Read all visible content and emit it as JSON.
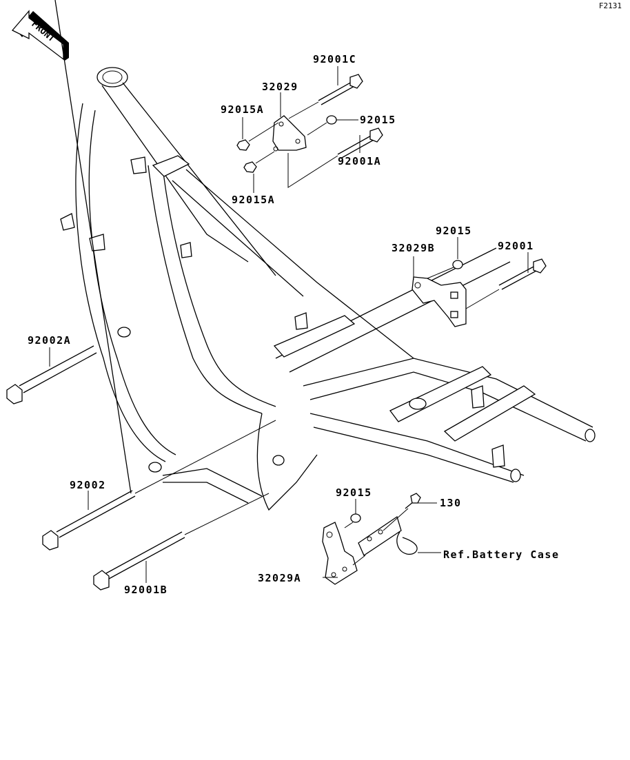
{
  "figure_id": "F2131",
  "front_indicator": {
    "label": "FRONT",
    "icon": "front-arrow-icon"
  },
  "part_labels": {
    "bolt_92001C": "92001C",
    "bracket_32029": "32029",
    "nut_92015A_top": "92015A",
    "nut_92015_top": "92015",
    "bolt_92001A": "92001A",
    "nut_92015A_bottom": "92015A",
    "nut_92015_mid": "92015",
    "bracket_32029B": "32029B",
    "bolt_92001": "92001",
    "bolt_92002A": "92002A",
    "bolt_92002": "92002",
    "bolt_92001B": "92001B",
    "nut_92015_bottom": "92015",
    "bolt_130": "130",
    "ref_battery_case": "Ref.Battery Case",
    "bracket_32029A": "32029A"
  }
}
